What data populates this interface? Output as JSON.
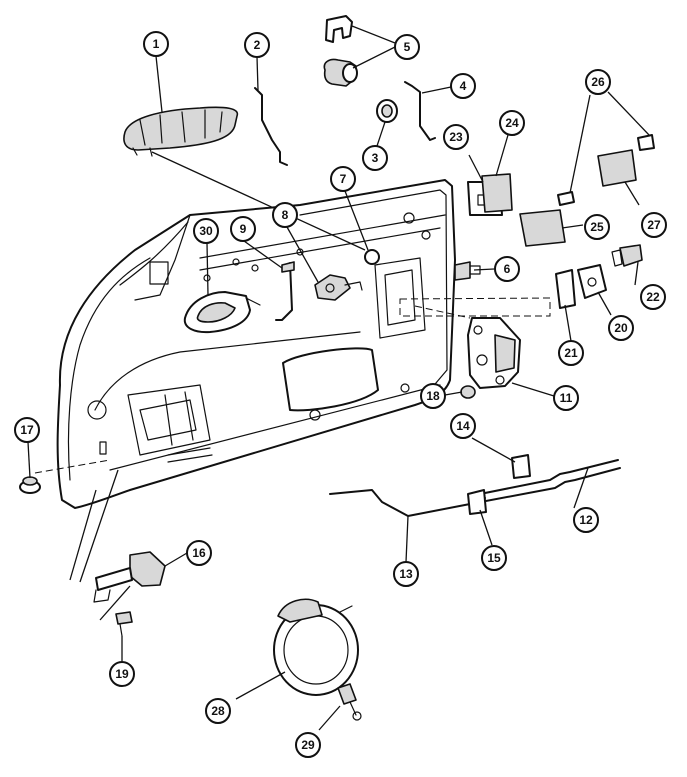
{
  "diagram": {
    "callouts": [
      {
        "id": "1",
        "label": "1"
      },
      {
        "id": "2",
        "label": "2"
      },
      {
        "id": "3",
        "label": "3"
      },
      {
        "id": "4",
        "label": "4"
      },
      {
        "id": "5",
        "label": "5"
      },
      {
        "id": "6",
        "label": "6"
      },
      {
        "id": "7",
        "label": "7"
      },
      {
        "id": "8",
        "label": "8"
      },
      {
        "id": "9",
        "label": "9"
      },
      {
        "id": "11",
        "label": "11"
      },
      {
        "id": "12",
        "label": "12"
      },
      {
        "id": "13",
        "label": "13"
      },
      {
        "id": "14",
        "label": "14"
      },
      {
        "id": "15",
        "label": "15"
      },
      {
        "id": "16",
        "label": "16"
      },
      {
        "id": "17",
        "label": "17"
      },
      {
        "id": "18",
        "label": "18"
      },
      {
        "id": "19",
        "label": "19"
      },
      {
        "id": "20",
        "label": "20"
      },
      {
        "id": "21",
        "label": "21"
      },
      {
        "id": "22",
        "label": "22"
      },
      {
        "id": "23",
        "label": "23"
      },
      {
        "id": "24",
        "label": "24"
      },
      {
        "id": "25",
        "label": "25"
      },
      {
        "id": "26",
        "label": "26"
      },
      {
        "id": "27",
        "label": "27"
      },
      {
        "id": "28",
        "label": "28"
      },
      {
        "id": "29",
        "label": "29"
      },
      {
        "id": "30",
        "label": "30"
      }
    ]
  }
}
